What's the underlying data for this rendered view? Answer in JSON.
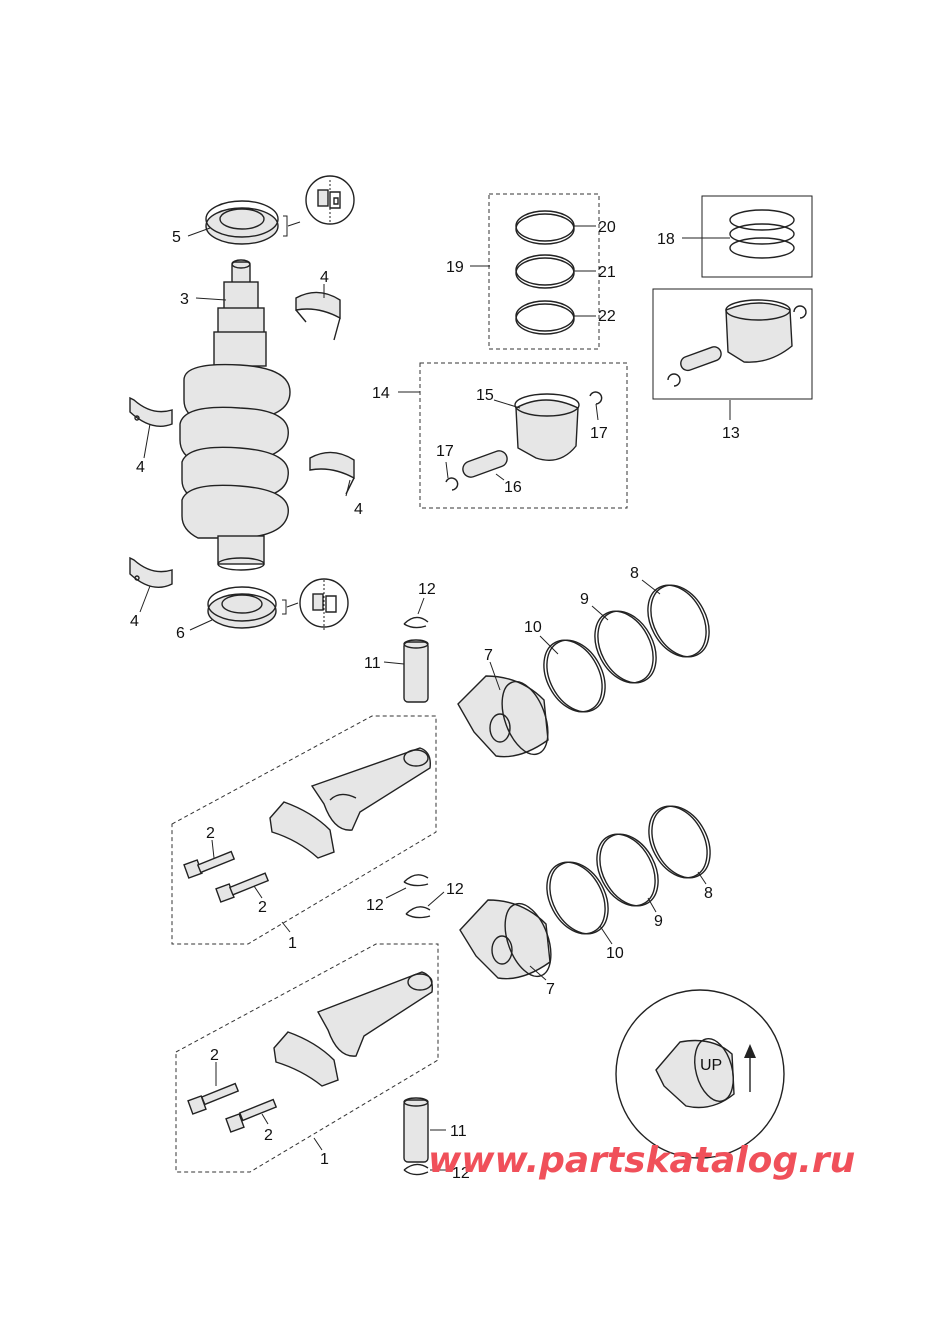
{
  "diagram": {
    "labels": {
      "l1a": "1",
      "l1b": "1",
      "l2a": "2",
      "l2b": "2",
      "l2c": "2",
      "l2d": "2",
      "l3": "3",
      "l4a": "4",
      "l4b": "4",
      "l4c": "4",
      "l4d": "4",
      "l5": "5",
      "l6": "6",
      "l7a": "7",
      "l7b": "7",
      "l8a": "8",
      "l8b": "8",
      "l9a": "9",
      "l9b": "9",
      "l10a": "10",
      "l10b": "10",
      "l11a": "11",
      "l11b": "11",
      "l12a": "12",
      "l12b": "12",
      "l12c": "12",
      "l12d": "12",
      "l13": "13",
      "l14": "14",
      "l15": "15",
      "l16": "16",
      "l17a": "17",
      "l17b": "17",
      "l18": "18",
      "l19": "19",
      "l20": "20",
      "l21": "21",
      "l22": "22"
    },
    "piston_marking": "UP"
  },
  "watermark": "www.partskatalog.ru"
}
